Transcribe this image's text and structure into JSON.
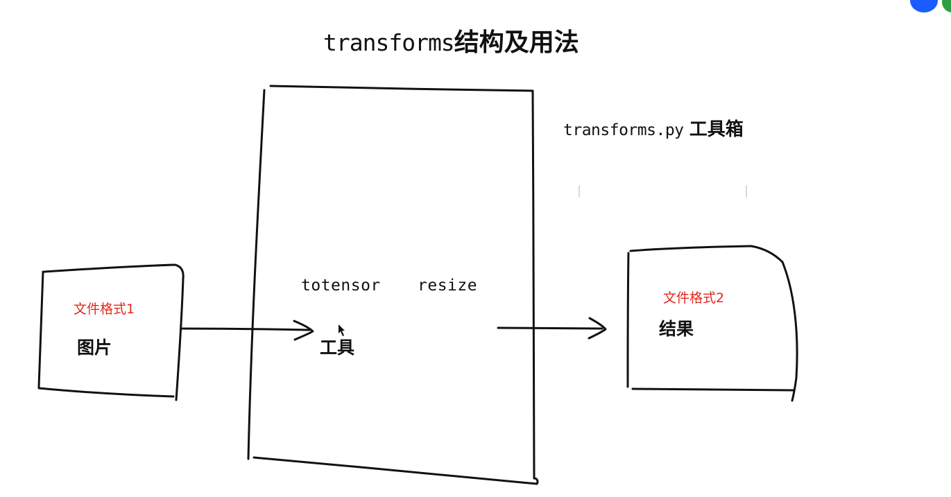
{
  "title": {
    "latin": "transforms",
    "cjk": "结构及用法"
  },
  "toolbox_label": {
    "latin": "transforms.py",
    "cjk": "工具箱"
  },
  "tools": {
    "totensor": "totensor",
    "resize": "resize",
    "label": "工具"
  },
  "input": {
    "format": "文件格式1",
    "label": "图片"
  },
  "output": {
    "format": "文件格式2",
    "label": "结果"
  },
  "colors": {
    "ink": "#111111",
    "annotation_red": "#e0281e",
    "avatar_blue": "#1a5cff",
    "avatar_green": "#2e9e44"
  }
}
